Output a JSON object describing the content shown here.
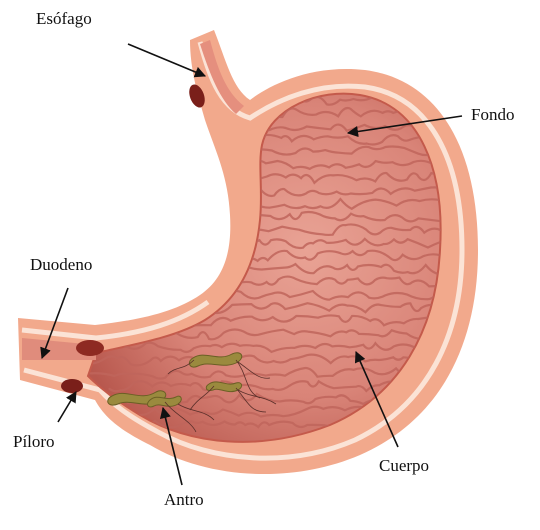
{
  "labels": {
    "esofago": "Esófago",
    "fondo": "Fondo",
    "duodeno": "Duodeno",
    "piloro": "Píloro",
    "cuerpo": "Cuerpo",
    "antro": "Antro"
  },
  "colors": {
    "outer_wall": "#f2a98c",
    "wall_stripe": "#fbe3d6",
    "mucosa": "#d98478",
    "mucosa_dark": "#b8584e",
    "fold": "#c0665c",
    "lumen_edge": "#c45a4b",
    "bacteria": "#9a8a3e",
    "flagella": "#5a2f2a",
    "arrow": "#111111"
  }
}
